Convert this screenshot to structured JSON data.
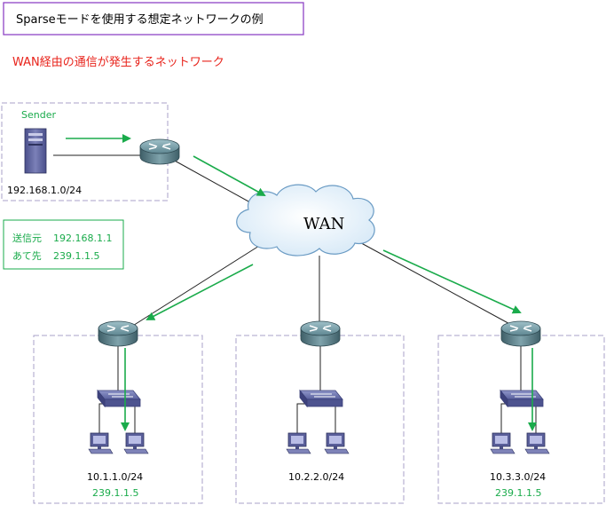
{
  "title": "Sparseモードを使用する想定ネットワークの例",
  "subtitle": "WAN経由の通信が発生するネットワーク",
  "cloud_label": "WAN",
  "sender": {
    "label": "Sender",
    "network": "192.168.1.0/24"
  },
  "info_box": {
    "source_label": "送信元",
    "source_value": "192.168.1.1",
    "dest_label": "あて先",
    "dest_value": "239.1.1.5"
  },
  "sites": [
    {
      "network": "10.1.1.0/24",
      "group": "239.1.1.5"
    },
    {
      "network": "10.2.2.0/24",
      "group": ""
    },
    {
      "network": "10.3.3.0/24",
      "group": "239.1.1.5"
    }
  ],
  "colors": {
    "title_border": "#8e44c6",
    "subtitle": "#e8231b",
    "accent_green": "#1aab4b",
    "dashed_border": "#a9a2c9",
    "link_line": "#222222"
  }
}
